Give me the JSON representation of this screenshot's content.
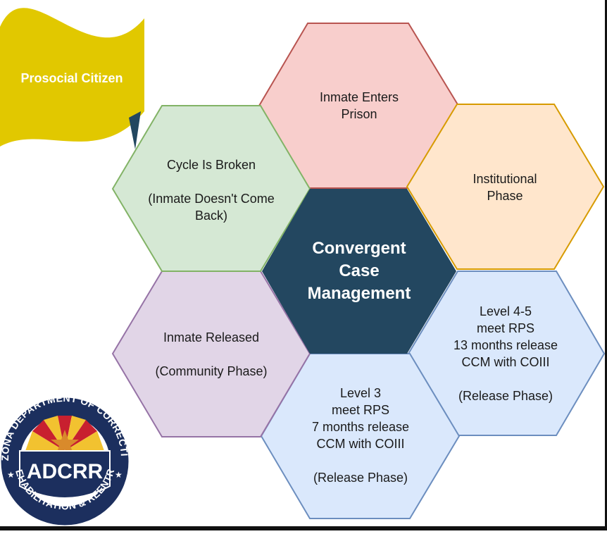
{
  "banner": {
    "label": "Prosocial Citizen",
    "color": "#e1c800"
  },
  "center": {
    "lines": [
      "Convergent",
      "Case",
      "Management"
    ],
    "fill": "#234760"
  },
  "hexagons": {
    "inmate_enters": {
      "lines": [
        "Inmate Enters",
        "Prison"
      ],
      "fill": "#f8cecc",
      "stroke": "#b85450"
    },
    "institutional": {
      "lines": [
        "Institutional",
        "Phase"
      ],
      "fill": "#ffe6cc",
      "stroke": "#d79b00"
    },
    "level_4_5": {
      "lines": [
        "Level 4-5",
        "meet RPS",
        "13 months release",
        "CCM with COIII",
        "",
        "(Release Phase)"
      ],
      "fill": "#dae8fc",
      "stroke": "#6c8ebf"
    },
    "level_3": {
      "lines": [
        "Level 3",
        "meet RPS",
        "7 months release",
        "CCM with COIII",
        "",
        "(Release Phase)"
      ],
      "fill": "#dae8fc",
      "stroke": "#6c8ebf"
    },
    "inmate_released": {
      "lines": [
        "Inmate Released",
        "",
        "(Community Phase)"
      ],
      "fill": "#e1d5e7",
      "stroke": "#9673a6"
    },
    "cycle_broken": {
      "lines": [
        "Cycle Is Broken",
        "",
        "(Inmate Doesn't Come",
        "Back)"
      ],
      "fill": "#d5e8d4",
      "stroke": "#82b366"
    }
  },
  "logo": {
    "ring_top": "ARIZONA DEPARTMENT OF CORRECTIONS",
    "ring_bottom": "REHABILITATION & REENTRY",
    "main": "ADCRR",
    "navy": "#1c2f5e"
  },
  "arrow_color": "#234760"
}
